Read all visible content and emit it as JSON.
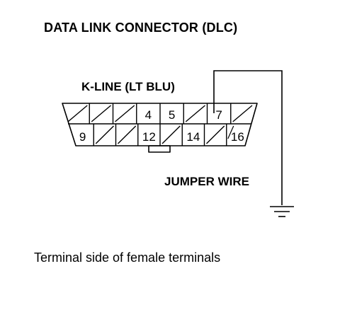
{
  "title": "DATA LINK CONNECTOR (DLC)",
  "kline_label": "K-LINE (LT BLU)",
  "jumper_label": "JUMPER WIRE",
  "caption": "Terminal side of female terminals",
  "connector": {
    "top_row": [
      {
        "label": "",
        "hatched": true
      },
      {
        "label": "",
        "hatched": true
      },
      {
        "label": "",
        "hatched": true
      },
      {
        "label": "4",
        "hatched": false
      },
      {
        "label": "5",
        "hatched": false
      },
      {
        "label": "",
        "hatched": true
      },
      {
        "label": "7",
        "hatched": false
      },
      {
        "label": "",
        "hatched": true
      }
    ],
    "bottom_row": [
      {
        "label": "9",
        "hatched": false
      },
      {
        "label": "",
        "hatched": true
      },
      {
        "label": "",
        "hatched": true
      },
      {
        "label": "12",
        "hatched": false
      },
      {
        "label": "",
        "hatched": true
      },
      {
        "label": "14",
        "hatched": false
      },
      {
        "label": "",
        "hatched": true
      },
      {
        "label": "16",
        "hatched": false
      }
    ]
  },
  "colors": {
    "line": "#000000",
    "background": "#ffffff"
  }
}
